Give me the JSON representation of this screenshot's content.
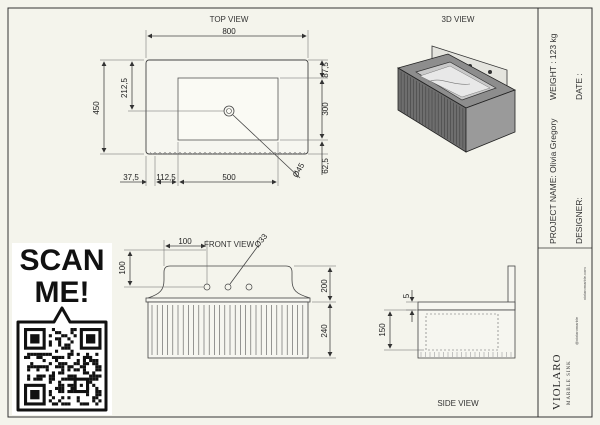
{
  "views": {
    "top": "TOP VIEW",
    "three_d": "3D VIEW",
    "front": "FRONT VIEW",
    "side": "SIDE VIEW"
  },
  "dimensions": {
    "top_width": "800",
    "top_height": "450",
    "top_212": "212,5",
    "top_87": "87,5",
    "top_300": "300",
    "top_62": "62,5",
    "top_37": "37,5",
    "top_112": "112,5",
    "top_500": "500",
    "top_dia45": "Ø45",
    "front_100a": "100",
    "front_dia33": "Ø33",
    "front_100b": "100",
    "front_200": "200",
    "front_240": "240",
    "side_5": "5",
    "side_150": "150"
  },
  "info": {
    "project": "PROJECT NAME: Olivia Gregory",
    "weight": "WEIGHT : 123 kg",
    "date": "DATE :",
    "designer": "DESIGNER:"
  },
  "brand": {
    "name": "VIOLARO",
    "tagline": "MARBLE SINK",
    "contact1": "violaromarble.com",
    "contact2": "@violaromarble"
  },
  "qr": {
    "scan": "SCAN",
    "me": "ME!"
  }
}
